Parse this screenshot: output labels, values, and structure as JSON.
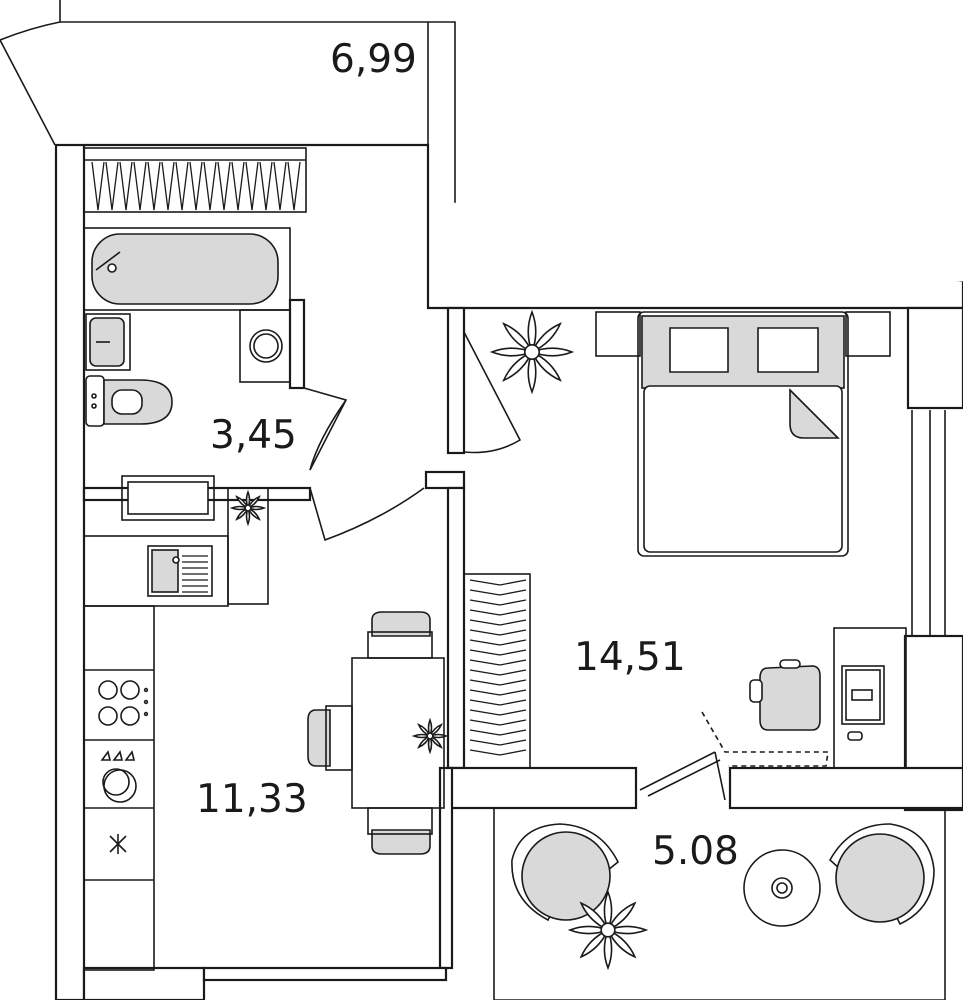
{
  "rooms": {
    "balcony_top": {
      "area": "6,99"
    },
    "bathroom": {
      "area": "3,45"
    },
    "kitchen": {
      "area": "11,33"
    },
    "bedroom": {
      "area": "14,51"
    },
    "balcony_bottom": {
      "area": "5.08"
    }
  },
  "colors": {
    "line": "#1a1a1a",
    "furniture_fill": "#d9d9d9",
    "background": "#ffffff"
  },
  "icons": [
    "plant-icon",
    "stove-icon",
    "sink-icon",
    "bathtub-icon",
    "toilet-icon",
    "washing-machine-icon",
    "laptop-icon",
    "chair-icon",
    "bed-icon",
    "wardrobe-icon"
  ]
}
